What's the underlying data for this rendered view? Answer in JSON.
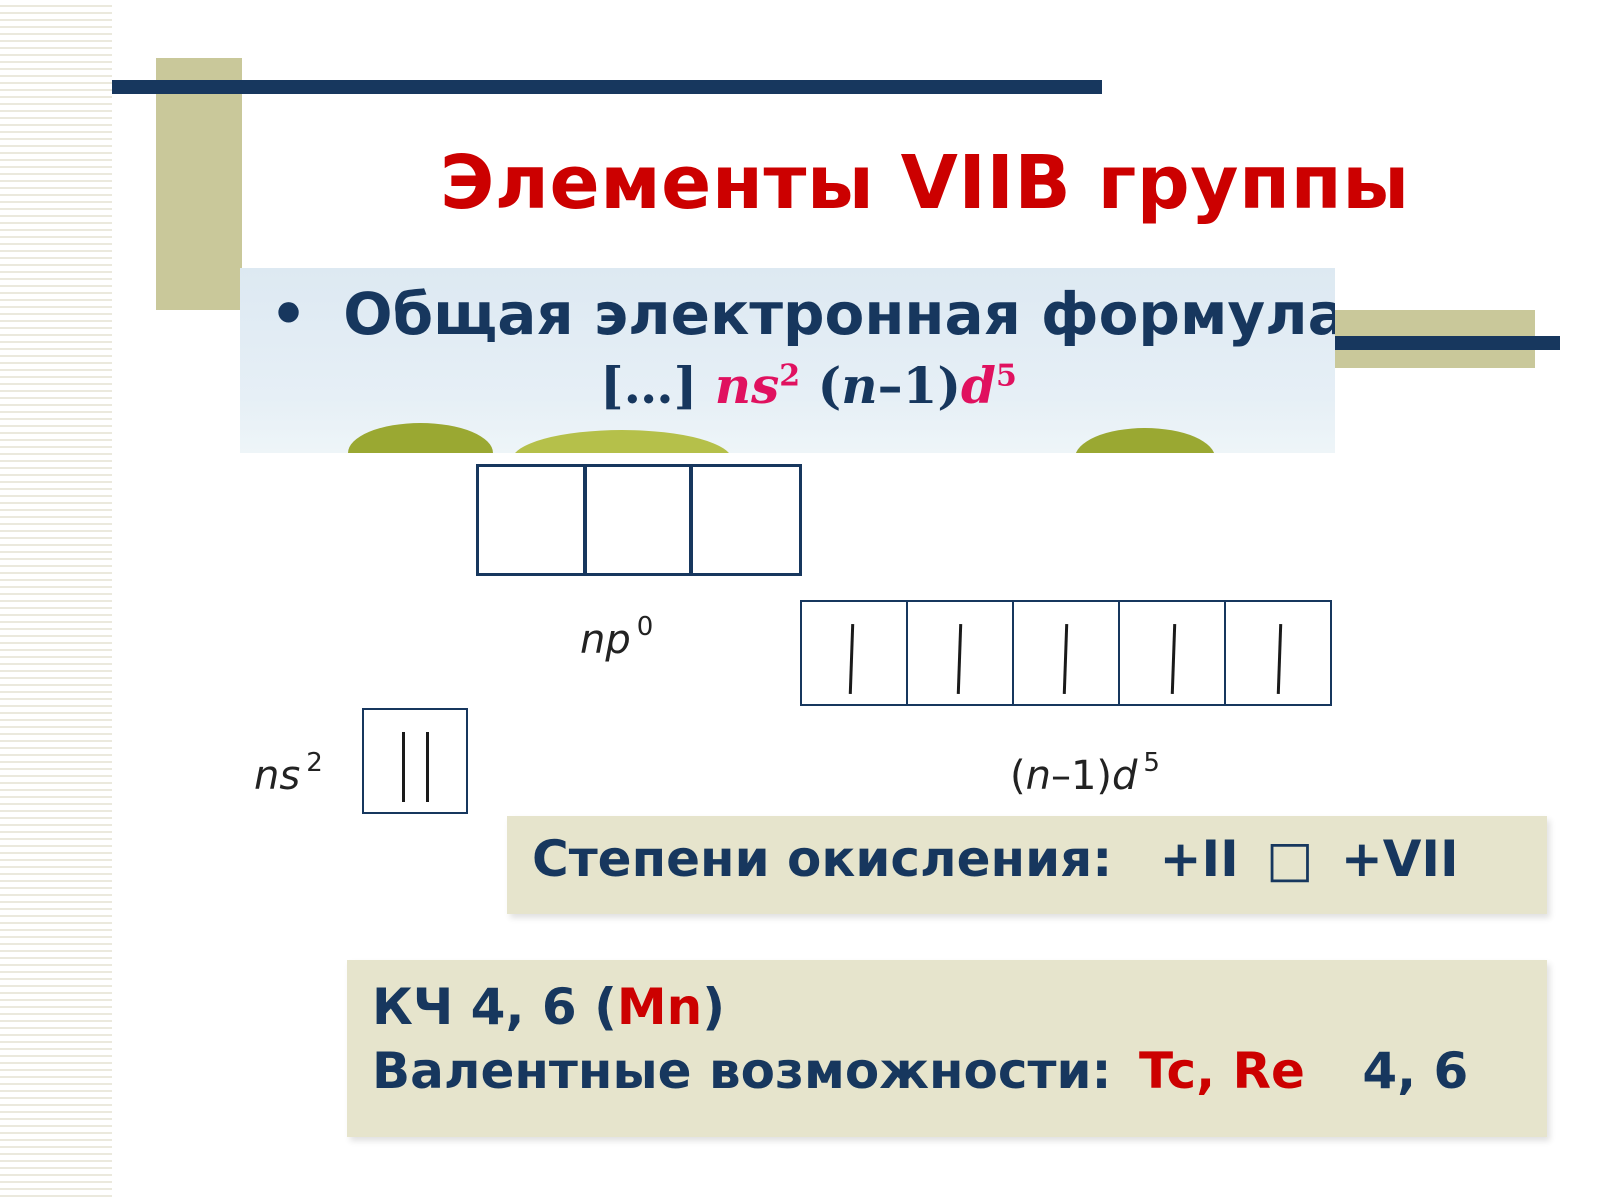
{
  "title": "Элементы VIIB группы",
  "formula_section": {
    "bullet": "•",
    "heading": "Общая электронная формула:",
    "prefix": "[…]",
    "ns": "ns",
    "ns_sup": "2",
    "mid": "(",
    "n_var": "n",
    "minus_one": "–1)",
    "d": "d",
    "d_sup": "5"
  },
  "orbital_labels": {
    "np": "np",
    "np_sup": "0",
    "ns": "ns",
    "ns_sup": "2",
    "d_open": "(",
    "d_n": "n",
    "d_mid": "–1)",
    "d_d": "d",
    "d_sup": "5"
  },
  "oxidation": {
    "label": "Степени окисления:",
    "from": "+II",
    "sep_glyph": "□",
    "to": "+VII"
  },
  "coordination": {
    "kch_prefix": "КЧ 4, 6 (",
    "kch_element": "Mn",
    "kch_suffix": ")",
    "valence_label": "Валентные возможности:",
    "valence_elements": "Tc, Re",
    "valence_values": "4, 6"
  },
  "colors": {
    "title_red": "#cc0000",
    "navy": "#17375e",
    "formula_pink": "#e0115f",
    "olive": "#c9c89a",
    "box_beige": "#e6e4cc"
  }
}
